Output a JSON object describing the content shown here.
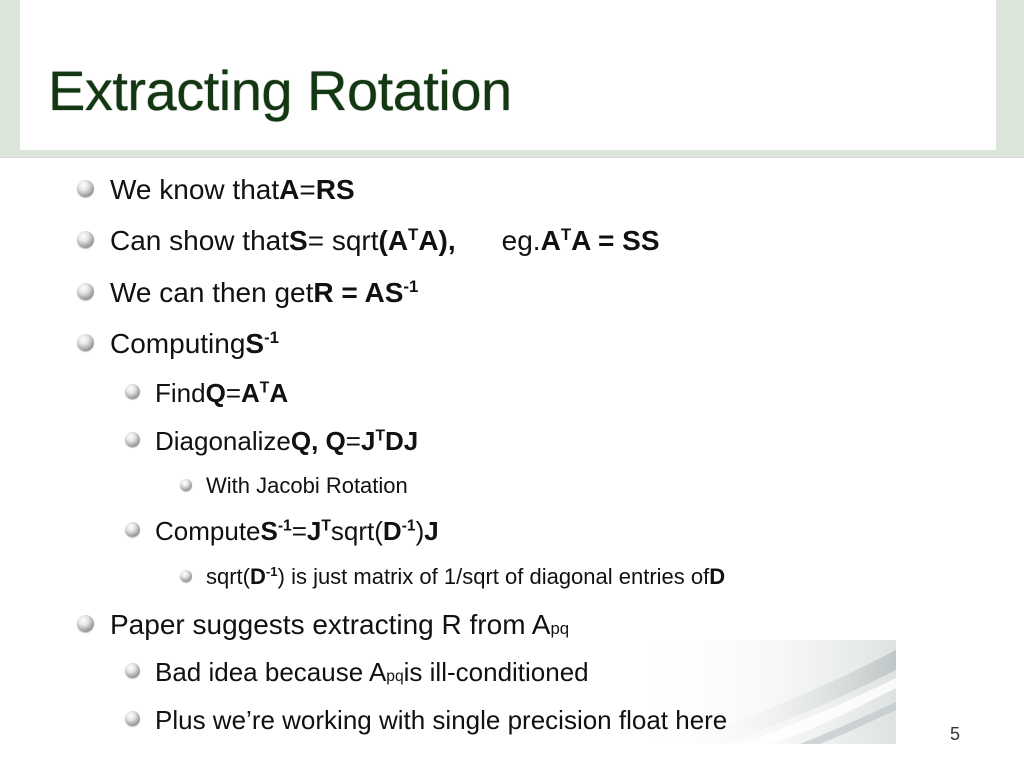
{
  "slide": {
    "title": "Extracting Rotation",
    "page_number": "5"
  },
  "bullets": {
    "b1": {
      "t1": "We know that ",
      "A": "A",
      "eq": " = ",
      "RS": "RS"
    },
    "b2": {
      "t1": "Can show that ",
      "S": "S",
      "eq": " = sqrt",
      "open": "(A",
      "T": "T",
      "close": "A),",
      "eg": "eg. ",
      "A": "A",
      "T2": "T",
      "A2": "A = SS"
    },
    "b3": {
      "t1": "We can then get ",
      "R": "R = AS",
      "exp": "-1"
    },
    "b4": {
      "t1": "Computing ",
      "S": "S",
      "exp": "-1"
    },
    "b4a": {
      "t1": "Find ",
      "Q": "Q",
      "eq": " = ",
      "A": "A",
      "T": "T",
      "A2": "A"
    },
    "b4b": {
      "t1": "Diagonalize ",
      "Q": "Q, Q",
      "eq": " = ",
      "J": "J",
      "T": "T",
      "DJ": "DJ"
    },
    "b4b1": {
      "t1": "With Jacobi Rotation"
    },
    "b4c": {
      "t1": "Compute ",
      "S": "S",
      "exp": "-1",
      "eq": " = ",
      "J": "J",
      "T": "T",
      "sqrt": "sqrt(",
      "D": "D",
      "exp2": "-1",
      "close": ")",
      "J2": "J"
    },
    "b4c1": {
      "t1": "sqrt(",
      "D": "D",
      "exp": "-1",
      "t2": ") is just matrix of 1/sqrt of diagonal entries of ",
      "D2": "D"
    },
    "b5": {
      "t1": "Paper suggests extracting R from A",
      "sub": "pq"
    },
    "b5a": {
      "t1": "Bad idea because A",
      "sub": "pq",
      "t2": " is ill-conditioned"
    },
    "b5b": {
      "t1": "Plus we’re working with single precision float here"
    }
  },
  "colors": {
    "title": "#133613",
    "band": "#dde6da",
    "text": "#111111"
  }
}
